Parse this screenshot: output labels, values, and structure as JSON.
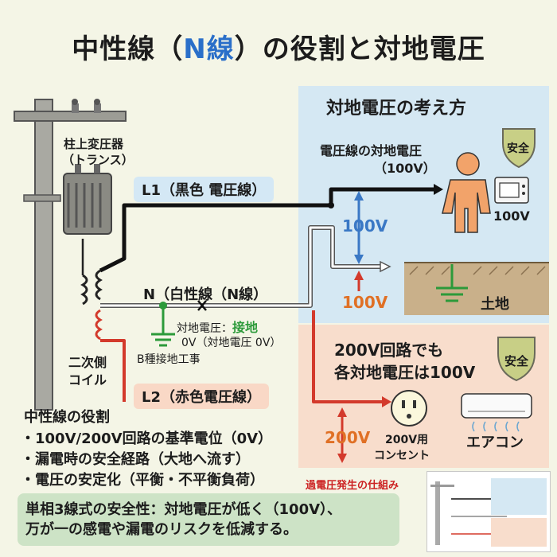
{
  "title": {
    "pre": "中性線（",
    "n": "N線",
    "post": "）の役割と対地電圧"
  },
  "transformer": {
    "label1": "柱上変圧器",
    "label2": "（トランス）"
  },
  "coil": {
    "label1": "二次側",
    "label2": "コイル"
  },
  "lines": {
    "l1": "L1（黒色 電圧線）",
    "neutral": "N（白性線（N線）",
    "l2": "L2（赤色電圧線）"
  },
  "neutral_notes": {
    "ground_voltage_prefix": "対地電圧：",
    "ground_voltage_value": "接地",
    "zero_v": "0V（対地電圧 0V）",
    "grounding": "B種接地工事"
  },
  "ground_panel": {
    "title": "対地電圧の考え方",
    "line1": "電圧線の対地電圧",
    "line2": "（100V）",
    "voltage_blue": "100V",
    "voltage_orange": "100V",
    "appliance_voltage": "100V",
    "earth_label": "土地",
    "badge": "安全"
  },
  "panel_200": {
    "line1": "200V回路でも",
    "line2": "各対地電圧は100V",
    "badge": "安全",
    "voltage": "200V",
    "outlet1": "200V用",
    "outlet2": "コンセント",
    "aircon": "エアコン"
  },
  "role": {
    "title": "中性線の役割",
    "items": [
      "・100V/200V回路の基準電位（0V）",
      "・漏電時の安全経路（大地へ流す）",
      "・電圧の安定化（平衡・不平衡負荷）"
    ]
  },
  "summary": {
    "line1": "単相3線式の安全性：対地電圧が低く（100V）、",
    "line2": "万が一の感電や漏電のリスクを低減する。"
  },
  "mini": {
    "caption": "過電圧発生の仕組み"
  },
  "colors": {
    "l1": "#111111",
    "l2": "#d33a2c",
    "neutral": "#ffffff",
    "ground": "#2c9a3a",
    "blue": "#3a78c5",
    "orange": "#e07025",
    "panel_blue": "#d5e8f3",
    "panel_peach": "#f8ddcc",
    "summary_green": "#cde3c6"
  }
}
